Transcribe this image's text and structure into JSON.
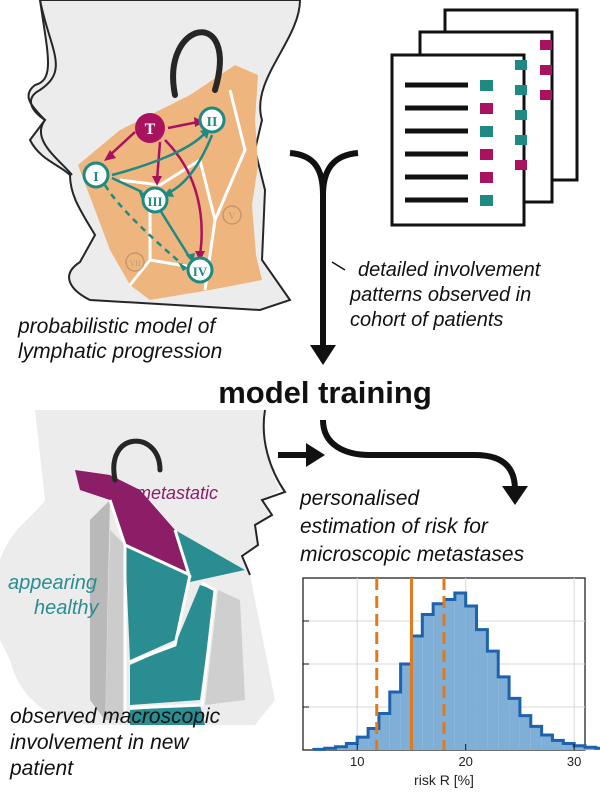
{
  "top_head": {
    "caption": [
      "probabilistic model of",
      "lymphatic progression"
    ],
    "nodes": {
      "tumor": "T",
      "I": "I",
      "II": "II",
      "III": "III",
      "IV": "IV",
      "V": "V",
      "VII": "VII"
    }
  },
  "patients": {
    "caption": [
      "detailed involvement",
      "patterns observed in",
      "cohort of patients"
    ]
  },
  "center": {
    "title": "model training"
  },
  "bottom_head": {
    "metastatic_label": "metastatic",
    "healthy_label": [
      "appearing",
      "healthy"
    ],
    "caption": [
      "observed macroscopic",
      "involvement in new",
      "patient"
    ]
  },
  "risk": {
    "caption": [
      "personalised",
      "estimation of risk for",
      "microscopic metastases"
    ]
  },
  "colors": {
    "orange_region": "#efb57f",
    "tumor": "#a8125e",
    "teal": "#1e8a82",
    "magenta_region": "#8b1e67",
    "teal_region": "#2a8d92",
    "hist_fill": "#7fafd7",
    "hist_edge": "#1d62ad",
    "dashed": "#e07a1e"
  },
  "chart_data": {
    "type": "histogram",
    "xlabel": "risk R [%]",
    "xticks": [
      10,
      20,
      30
    ],
    "xlim": [
      5,
      31
    ],
    "grid": true,
    "bin_width": 1,
    "bin_edges_start": 6,
    "counts": [
      0.3,
      0.8,
      1.5,
      3,
      6,
      10,
      17,
      27,
      40,
      53,
      63,
      68,
      70,
      73,
      67,
      56,
      46,
      34,
      24,
      16,
      11,
      7,
      4.5,
      3,
      2,
      1.3,
      0.8,
      0.5,
      0.3,
      0.2
    ],
    "ymax": 80,
    "median": 15,
    "ci": [
      11.8,
      18.0
    ]
  }
}
